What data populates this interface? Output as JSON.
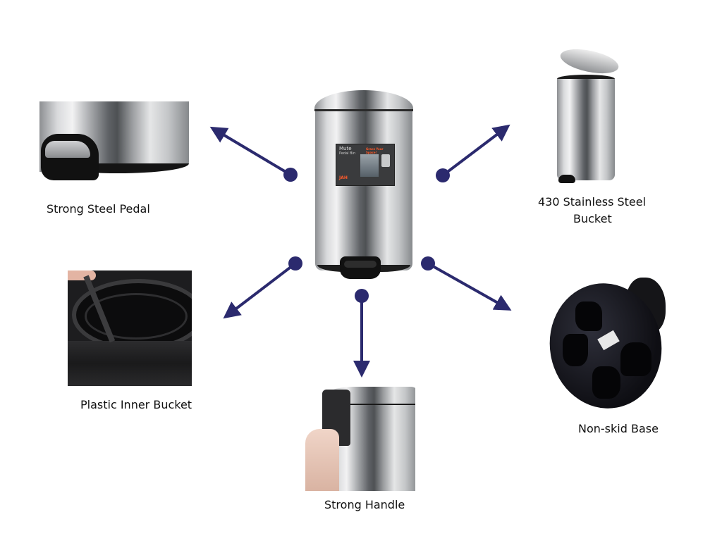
{
  "page": {
    "title": "Pedal Bin Feature Overview",
    "accent_color": "#2b2a6e"
  },
  "center_product": {
    "label_brand": "Mute",
    "label_subtitle": "Pedal Bin",
    "label_slogan": "Grace Your Space!",
    "label_logo": "JAH"
  },
  "features": [
    {
      "id": "pedal",
      "caption": "Strong Steel Pedal"
    },
    {
      "id": "bucket-steel",
      "caption_line1": "430 Stainless Steel",
      "caption_line2": "Bucket"
    },
    {
      "id": "inner-bucket",
      "caption": "Plastic Inner Bucket"
    },
    {
      "id": "handle",
      "caption": "Strong Handle"
    },
    {
      "id": "base",
      "caption": "Non-skid Base"
    }
  ]
}
